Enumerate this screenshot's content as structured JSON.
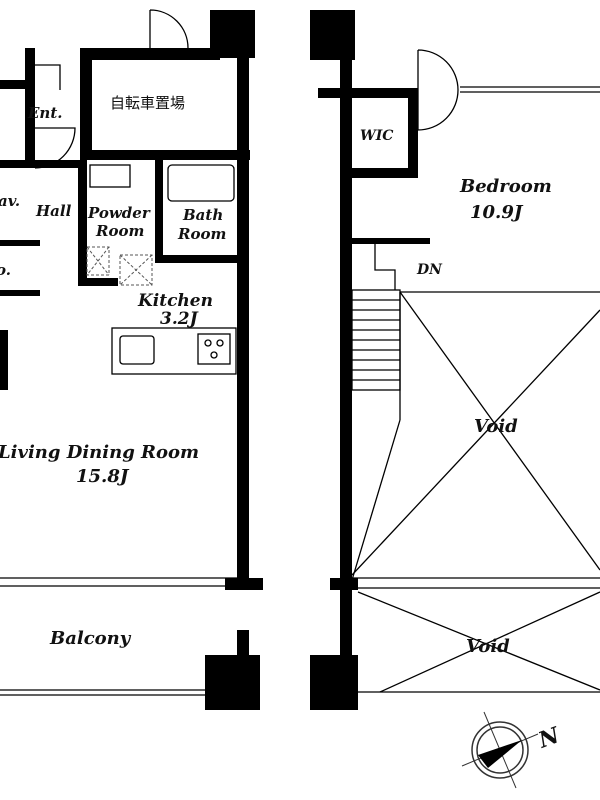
{
  "rooms": {
    "entrance": "Ent.",
    "bicycle_parking": "自転車置場",
    "lavatory_partial": "av.",
    "hall": "Hall",
    "powder_room": [
      "Powder",
      "Room"
    ],
    "bath_room": [
      "Bath",
      "Room"
    ],
    "storage_partial": "o.",
    "kitchen": {
      "name": "Kitchen",
      "size": "3.2J"
    },
    "living_dining": {
      "name": "Living Dining Room",
      "size": "15.8J"
    },
    "balcony": "Balcony",
    "wic": "WIC",
    "bedroom": {
      "name": "Bedroom",
      "size": "10.9J"
    },
    "stair_label": "DN",
    "void_upper": "Void",
    "void_lower": "Void"
  },
  "compass": {
    "north_label": "N"
  }
}
